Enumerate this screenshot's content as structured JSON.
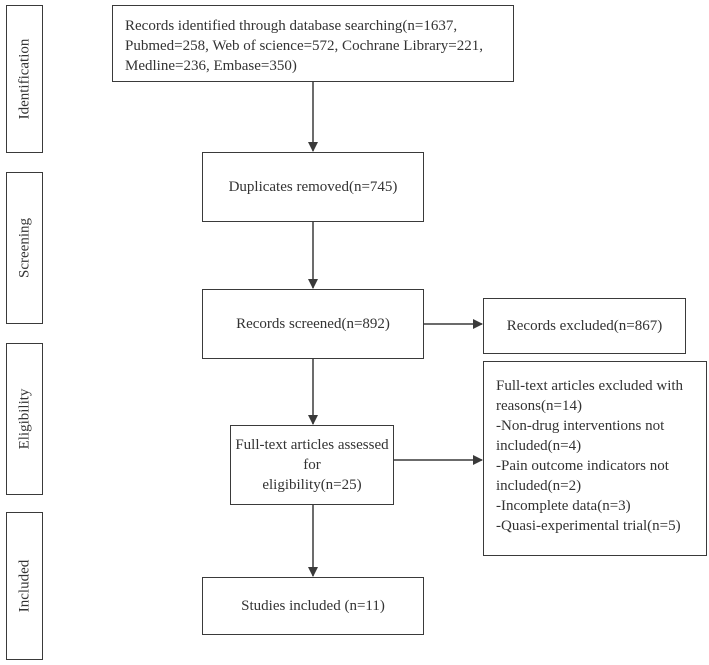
{
  "phases": {
    "identification": "Identification",
    "screening": "Screening",
    "eligibility": "Eligibility",
    "included": "Included"
  },
  "boxes": {
    "records_identified": [
      "Records identified through database searching(n=1637,",
      "Pubmed=258, Web of science=572, Cochrane Library=221,",
      "Medline=236, Embase=350)"
    ],
    "duplicates_removed": "Duplicates removed(n=745)",
    "records_screened": "Records screened(n=892)",
    "records_excluded": "Records excluded(n=867)",
    "fulltext_assessed": [
      "Full-text articles assessed for",
      "eligibility(n=25)"
    ],
    "fulltext_excluded": [
      "Full-text articles excluded with",
      "reasons(n=14)",
      "-Non-drug interventions not",
      "included(n=4)",
      "-Pain outcome indicators not",
      "included(n=2)",
      "-Incomplete data(n=3)",
      "-Quasi-experimental trial(n=5)"
    ],
    "studies_included": "Studies included (n=11)"
  }
}
